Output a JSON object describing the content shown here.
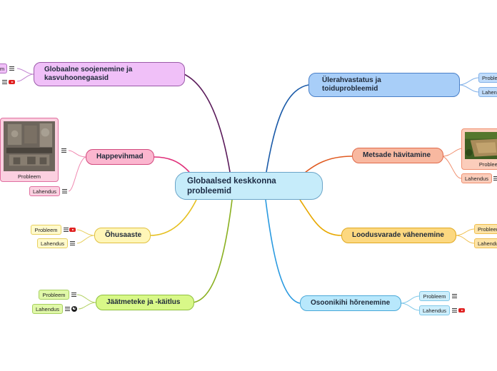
{
  "central": {
    "title": "Globaalsed keskkonna probleemid"
  },
  "topics": {
    "globaalne": {
      "title": "Globaalne soojenemine ja kasvuhoonegaasid",
      "color": "#f0c0f8",
      "border": "#9a5aa8",
      "line": "#5a1a5a"
    },
    "happevihmad": {
      "title": "Happevihmad",
      "color": "#fbb6cf",
      "border": "#d24a7e",
      "line": "#e0307a"
    },
    "ohusaaste": {
      "title": "Õhusaaste",
      "color": "#fff6b8",
      "border": "#e0c040",
      "line": "#e6c020"
    },
    "jaatmeteke": {
      "title": "Jäätmeteke ja -käitlus",
      "color": "#d8f888",
      "border": "#90c040",
      "line": "#8ab020"
    },
    "ulerahvastatus": {
      "title": "Ülerahvastatus ja toiduprobleemid",
      "color": "#a8cef8",
      "border": "#4a80c8",
      "line": "#1a5aa8"
    },
    "metsade": {
      "title": "Metsade hävitamine",
      "color": "#f8b8a0",
      "border": "#e06a4a",
      "line": "#e05a20"
    },
    "loodusvarade": {
      "title": "Loodusvarade vähenemine",
      "color": "#fcd880",
      "border": "#e0a820",
      "line": "#e8a800"
    },
    "osoonikihi": {
      "title": "Osoonikihi hõrenemine",
      "color": "#b8e8fc",
      "border": "#4aa8d8",
      "line": "#2a9ae0"
    }
  },
  "leaves": {
    "probleem": "Probleem",
    "lahendus": "Lahendus",
    "globaalne_probleem_cut": "m",
    "ulerahvastatus_probleem_cut": "Probleem",
    "ulerahvastatus_lahendus_cut": "Lahendus",
    "loodusvarade_probleem_cut": "Probleem",
    "loodusvarade_lahendus_cut": "Lahendus"
  }
}
